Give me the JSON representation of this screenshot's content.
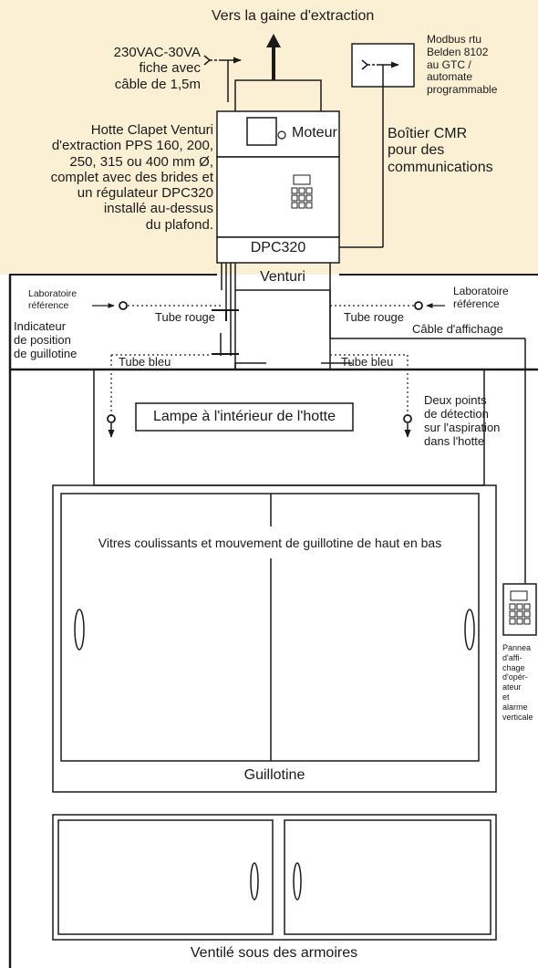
{
  "colors": {
    "ceiling_fill": "#fbf0d4",
    "line": "#1a1a1a",
    "background": "#ffffff"
  },
  "labels": {
    "exhaust_duct": "Vers la gaine d'extraction",
    "power_supply": [
      "230VAC-30VA",
      "fiche avec",
      "câble de 1,5m"
    ],
    "modbus": [
      "Modbus rtu",
      "Belden 8102",
      "au GTC /",
      "automate",
      "programmable"
    ],
    "motor": "Moteur",
    "cmr_box": [
      "Boîtier CMR",
      "pour des",
      "communications"
    ],
    "venturi_valve": [
      "Hotte  Clapet Venturi",
      "d'extraction PPS 160, 200,",
      "250, 315 ou 400 mm Ø,",
      "complet avec des brides et",
      "un régulateur DPC320",
      "installé au-dessus",
      "du plafond."
    ],
    "dpc320": "DPC320",
    "venturi": "Venturi",
    "lab_reference_left": [
      "Laboratoire",
      "référence"
    ],
    "lab_reference_right": [
      "Laboratoire",
      "référence"
    ],
    "red_tube_left": "Tube rouge",
    "red_tube_right": "Tube rouge",
    "sash_position_indicator": [
      "Indicateur",
      "de position",
      "de guillotine"
    ],
    "display_cable": "Câble d'affichage",
    "blue_tube_left": "Tube bleu",
    "blue_tube_right": "Tube bleu",
    "hood_lamp": "Lampe à l'intérieur de l'hotte",
    "detection_points": [
      "Deux points",
      "de détection",
      "sur l'aspiration",
      "dans l'hotte"
    ],
    "sliding_glass": "Vitres coulissants et mouvement de guillotine de haut en bas",
    "operator_panel": [
      "Pannea",
      "d'affi-",
      "chage",
      "d'opér-",
      "ateur",
      "et",
      "alarme",
      "verticale"
    ],
    "sash": "Guillotine",
    "cabinets": "Ventilé sous des armoires"
  },
  "icons": [
    "arrow-up-icon",
    "plug-arrow-icon",
    "display-screen-icon",
    "keypad-icon",
    "sensor-probe-icon",
    "door-handle-icon"
  ]
}
